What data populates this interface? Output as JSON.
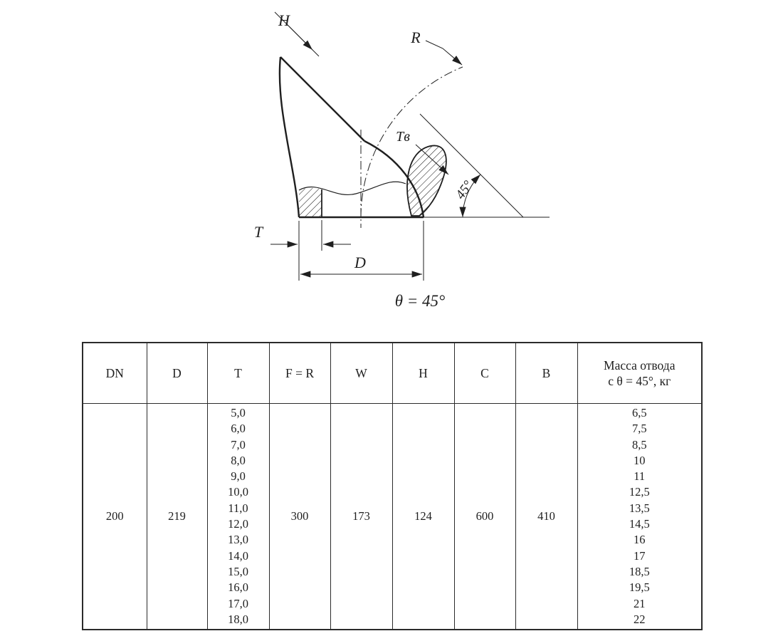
{
  "drawing": {
    "labels": {
      "h": "H",
      "r": "R",
      "tv": "Tв",
      "angle": "45°",
      "t": "T",
      "d": "D",
      "theta": "θ = 45°"
    }
  },
  "table": {
    "headers": [
      "DN",
      "D",
      "T",
      "F = R",
      "W",
      "H",
      "C",
      "B",
      [
        "Масса отвода",
        "с θ = 45°, кг"
      ]
    ],
    "row": {
      "dn": "200",
      "d": "219",
      "t_values": [
        "5,0",
        "6,0",
        "7,0",
        "8,0",
        "9,0",
        "10,0",
        "11,0",
        "12,0",
        "13,0",
        "14,0",
        "15,0",
        "16,0",
        "17,0",
        "18,0"
      ],
      "f_r": "300",
      "w": "173",
      "h": "124",
      "c": "600",
      "b": "410",
      "mass_values": [
        "6,5",
        "7,5",
        "8,5",
        "10",
        "11",
        "12,5",
        "13,5",
        "14,5",
        "16",
        "17",
        "18,5",
        "19,5",
        "21",
        "22"
      ]
    }
  }
}
